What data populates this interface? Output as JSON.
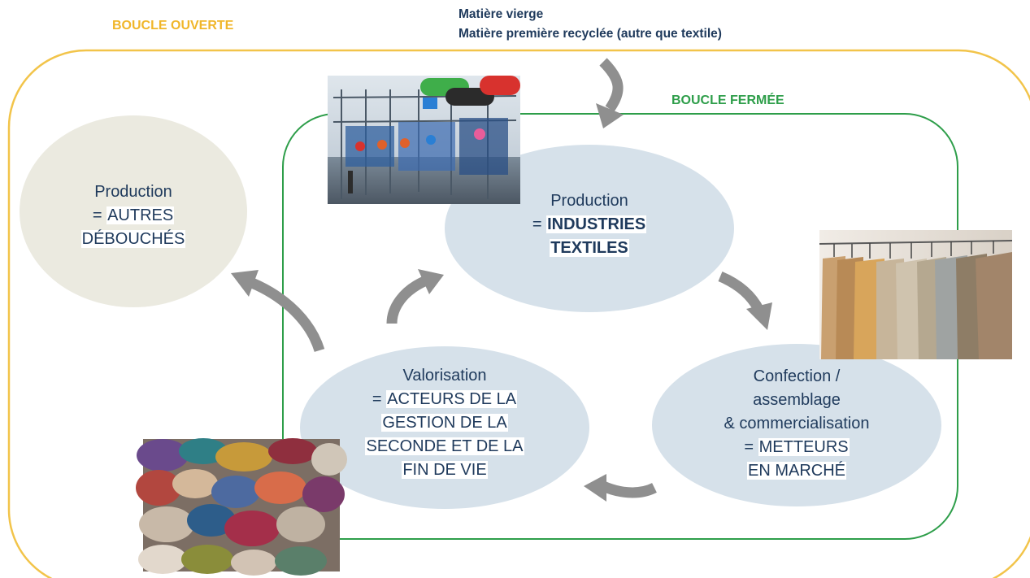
{
  "colors": {
    "open_loop": "#f2c44a",
    "closed_loop": "#2e9e4a",
    "node_fill": "#d6e1ea",
    "other_outlets_fill": "#ebeae0",
    "arrow": "#8f8f8f",
    "text": "#1f3a5c"
  },
  "open_loop_label": "BOUCLE OUVERTE",
  "closed_loop_label": "BOUCLE FERMÉE",
  "inputs": {
    "line1": "Matière vierge",
    "line2": "Matière première recyclée (autre que textile)"
  },
  "nodes": {
    "other_outlets": {
      "title": "Production",
      "prefix": "= ",
      "line1": "AUTRES",
      "line2": "DÉBOUCHÉS"
    },
    "textile_industries": {
      "title": "Production",
      "prefix": "= ",
      "line1": "INDUSTRIES",
      "line2": "TEXTILES"
    },
    "manufacturing": {
      "title1": "Confection /",
      "title2": "assemblage",
      "title3": "& commercialisation",
      "prefix": "= ",
      "line1": "METTEURS",
      "line2": "EN MARCHÉ"
    },
    "valorisation": {
      "title": "Valorisation",
      "prefix": "= ",
      "line1": "ACTEURS DE LA",
      "line2": "GESTION DE LA",
      "line3": "SECONDE ET DE LA",
      "line4": "FIN DE VIE"
    }
  },
  "photos": {
    "factory": "textile-factory-photo",
    "clothing_rack": "clothing-rack-photo",
    "textile_pile": "textile-waste-pile-photo"
  }
}
